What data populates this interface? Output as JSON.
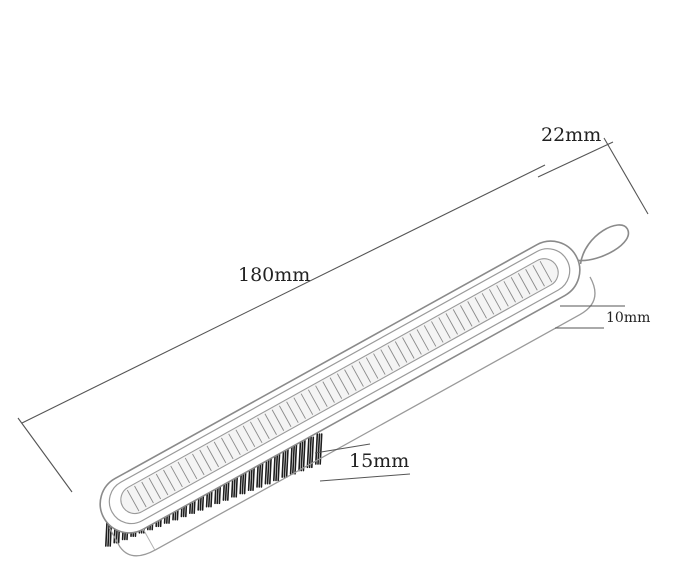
{
  "dimensions": {
    "length": "180mm",
    "width": "22mm",
    "depth": "10mm",
    "bristle_height": "15mm"
  },
  "colors": {
    "outline": "#8a8a8a",
    "dimension_line": "#555555",
    "bristle": "#1e1e1e",
    "label": "#222222"
  },
  "teeth_count": 58,
  "bristle_tuft_count": 26
}
